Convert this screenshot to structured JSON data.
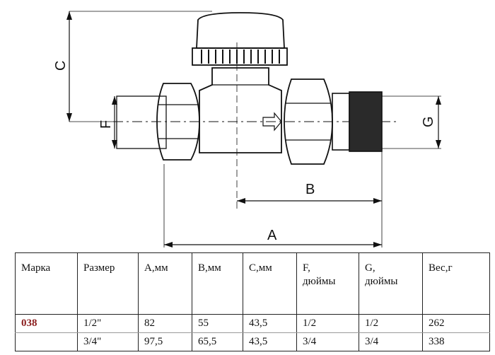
{
  "drawing": {
    "dimension_labels": {
      "A": "A",
      "B": "B",
      "C": "C",
      "F": "F",
      "G": "G"
    }
  },
  "table": {
    "headers": {
      "marka": "Марка",
      "size": "Размер",
      "a": "A,мм",
      "b": "B,мм",
      "c": "C,мм",
      "f_line1": "F,",
      "f_line2": "дюймы",
      "g_line1": "G,",
      "g_line2": "дюймы",
      "weight": "Вес,г"
    },
    "mark": "038",
    "rows": [
      {
        "size": "1/2\"",
        "a": "82",
        "b": "55",
        "c": "43,5",
        "f": "1/2",
        "g": "1/2",
        "weight": "262"
      },
      {
        "size": "3/4\"",
        "a": "97,5",
        "b": "65,5",
        "c": "43,5",
        "f": "3/4",
        "g": "3/4",
        "weight": "338"
      }
    ]
  },
  "colors": {
    "mark": "#8a1c1c",
    "line": "#111111"
  }
}
